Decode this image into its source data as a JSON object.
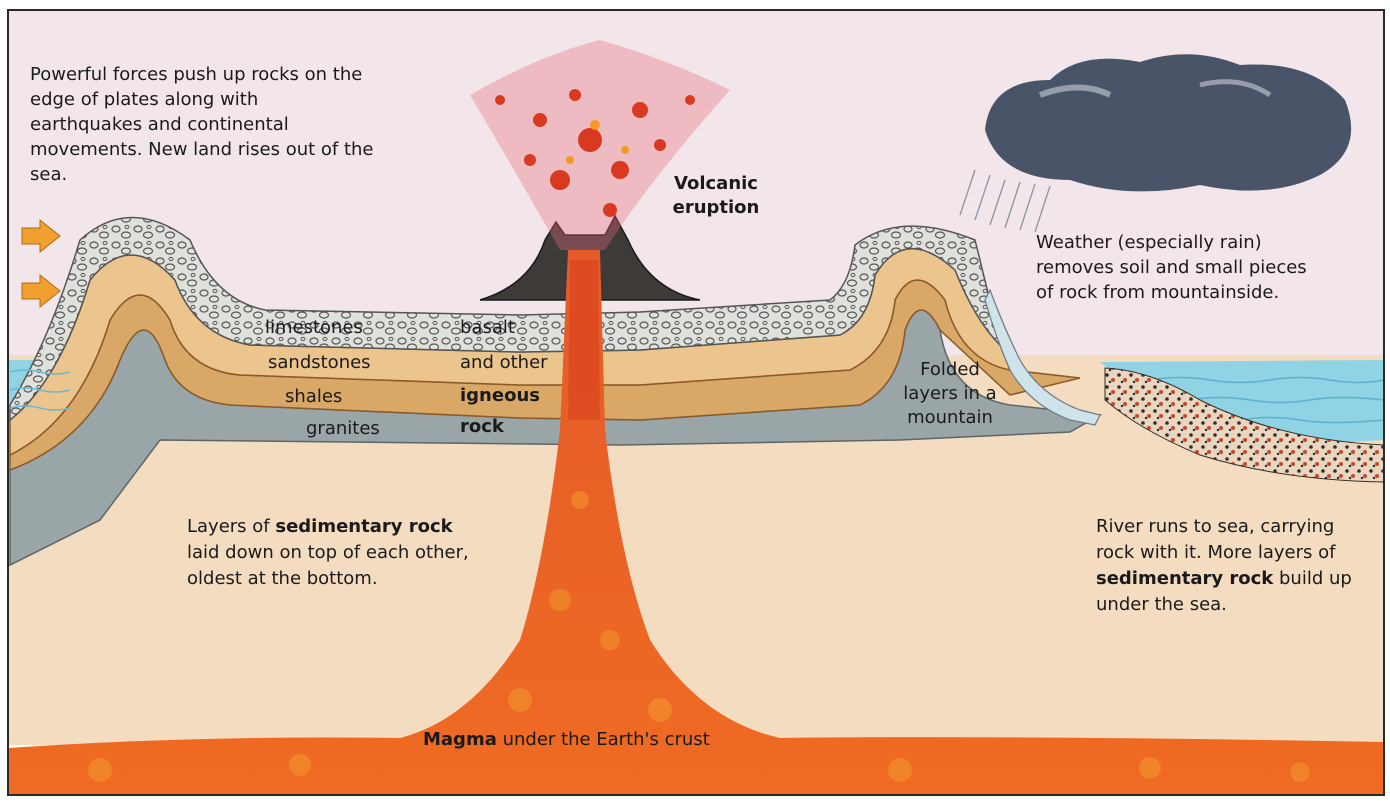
{
  "captions": {
    "forces": "Powerful forces push up rocks on the edge of plates along with earthquakes and continental movements. New land rises out of the sea.",
    "volcanic_1": "Volcanic",
    "volcanic_2": "eruption",
    "weather": "Weather (especially rain) removes soil and small pieces of rock from mountainside.",
    "folded_1": "Folded",
    "folded_2": "layers in a",
    "folded_3": "mountain",
    "sed_pre": "Layers of ",
    "sed_bold": "sedimentary rock",
    "sed_post": "laid down on top of each other, oldest at the bottom.",
    "river_pre": "River runs to sea, carrying rock with it. More layers of",
    "river_bold": "sedimentary rock",
    "river_post": " build up under the sea.",
    "magma_bold": "Magma",
    "magma_rest": " under the Earth's crust"
  },
  "layers": {
    "limestones": "limestones",
    "sandstones": "sandstones",
    "shales": "shales",
    "granites": "granites"
  },
  "igneous": {
    "basalt": "basalt",
    "and_other": "and other",
    "igneous": "igneous",
    "rock": "rock"
  },
  "colors": {
    "sky": "#f3e6ea",
    "ground": "#f4dcc0",
    "limestone": "#dfe2dc",
    "sandstone": "#ecc48e",
    "shale": "#d9a866",
    "granite": "#9aa5a8",
    "sea": "#8fd3e4",
    "magma": "#e8461c",
    "cloud": "#4a5468"
  }
}
